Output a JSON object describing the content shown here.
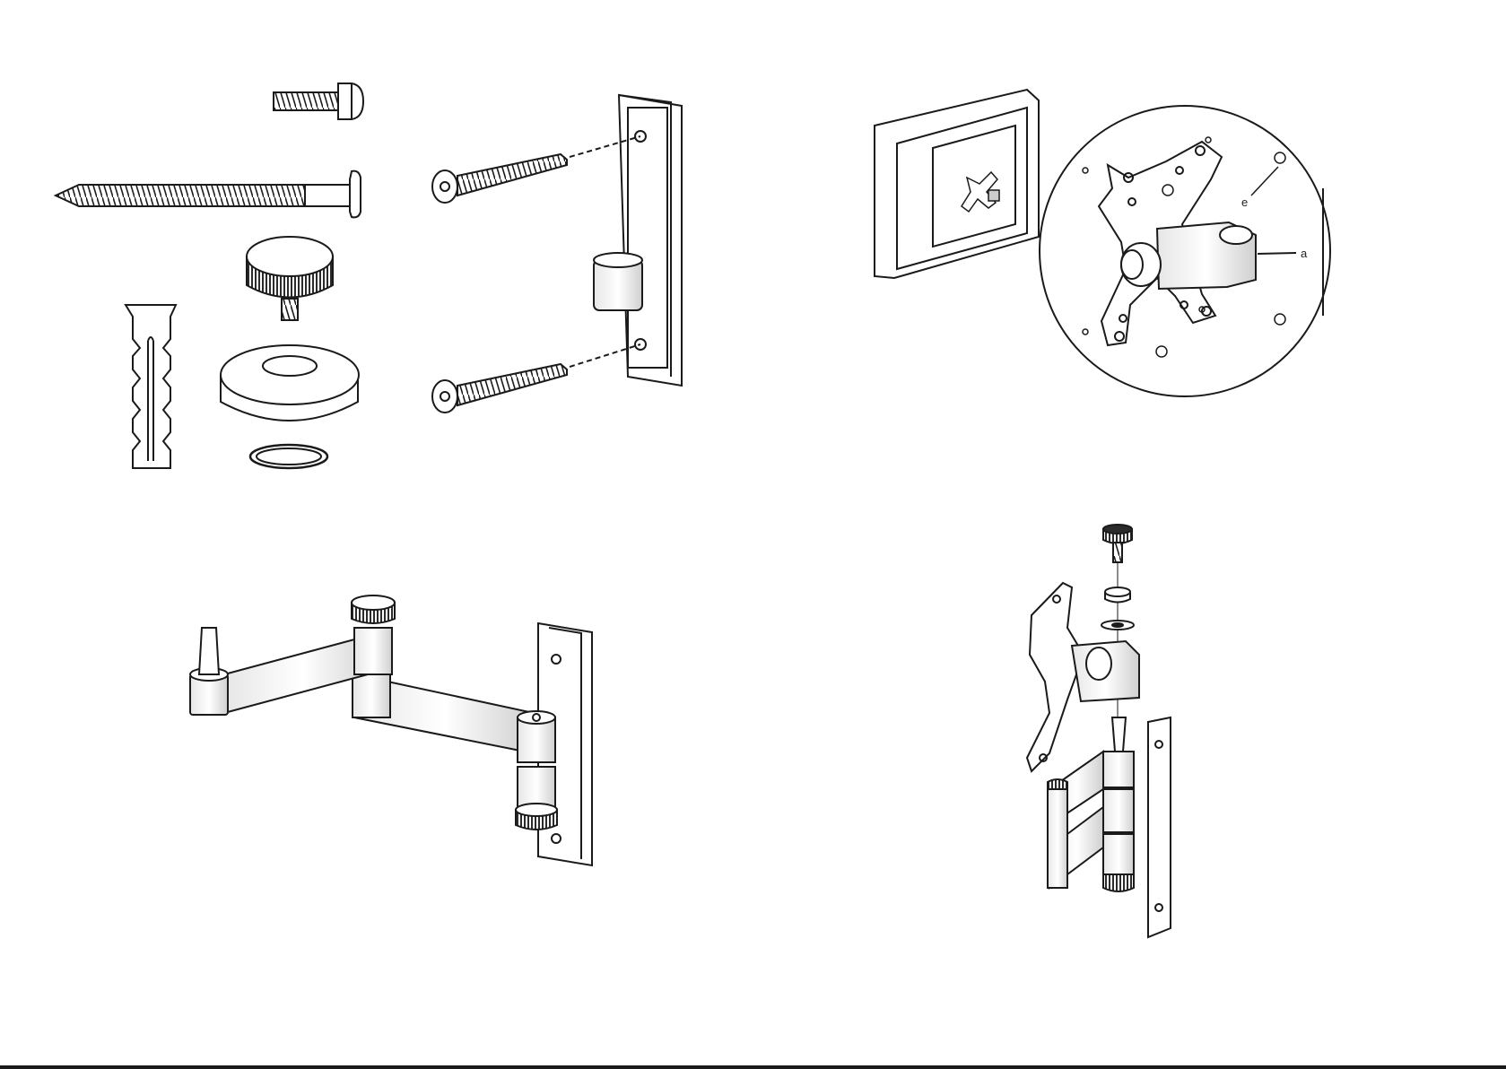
{
  "callouts": {
    "bracket_label": "a",
    "screw_label": "e"
  },
  "colors": {
    "ink": "#1a1a1a",
    "paper": "#ffffff",
    "knurl": "#2b2b2b",
    "shade": "#d9d9d9"
  },
  "panels": [
    {
      "name": "hardware-parts"
    },
    {
      "name": "wall-plate-mounting"
    },
    {
      "name": "monitor-bracket-attachment"
    },
    {
      "name": "arm-assembly"
    },
    {
      "name": "final-assembly"
    }
  ]
}
